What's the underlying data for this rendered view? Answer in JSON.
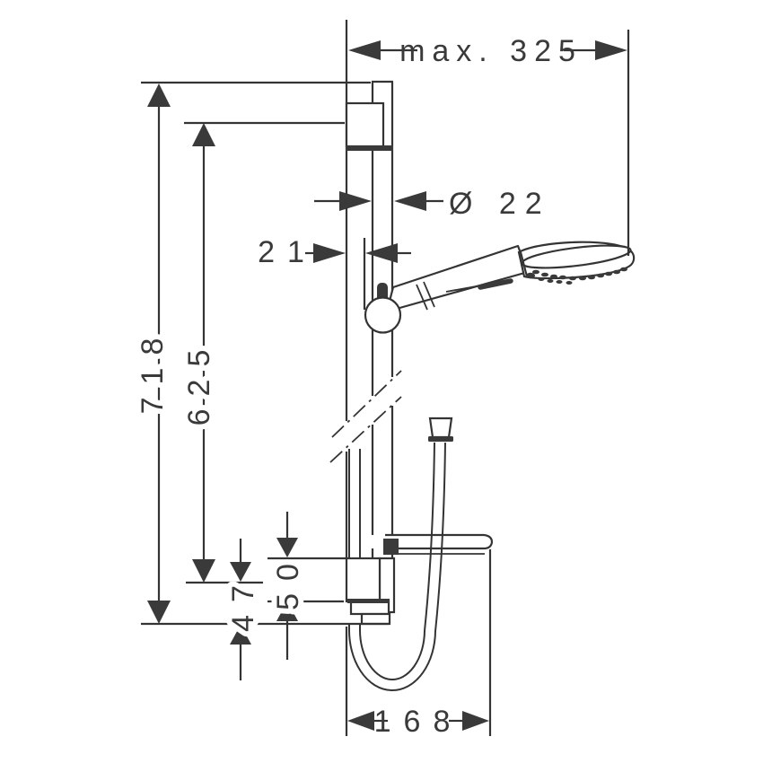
{
  "drawing_title": "shower-set-technical-drawing",
  "dimensions": {
    "max_projection": {
      "label": "max. 325"
    },
    "bar_diameter": {
      "label": "Ø 22"
    },
    "wall_offset": {
      "label": "21"
    },
    "total_height": {
      "label": "718"
    },
    "bar_hole_distance": {
      "label": "625"
    },
    "bottom_offset": {
      "label": "47"
    },
    "bracket_height": {
      "label": "50"
    },
    "hose_loop_width": {
      "label": "168"
    }
  },
  "colors": {
    "line": "#343434",
    "background": "#ffffff"
  }
}
